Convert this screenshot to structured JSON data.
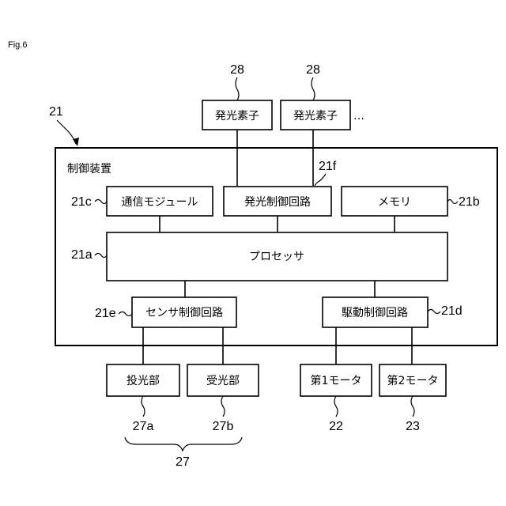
{
  "figure_label": "Fig.6",
  "controller": {
    "label": "制御装置",
    "ref": "21"
  },
  "blocks": {
    "light_element_1": {
      "label": "発光素子",
      "ref": "28"
    },
    "light_element_2": {
      "label": "発光素子",
      "ref": "28"
    },
    "ellipsis": "…",
    "comm_module": {
      "label": "通信モジュール",
      "ref": "21c"
    },
    "emission_control": {
      "label": "発光制御回路",
      "ref": "21f"
    },
    "memory": {
      "label": "メモリ",
      "ref": "21b"
    },
    "processor": {
      "label": "プロセッサ",
      "ref": "21a"
    },
    "sensor_control": {
      "label": "センサ制御回路",
      "ref": "21e"
    },
    "drive_control": {
      "label": "駆動制御回路",
      "ref": "21d"
    },
    "emitter": {
      "label": "投光部",
      "ref": "27a"
    },
    "receiver": {
      "label": "受光部",
      "ref": "27b"
    },
    "motor_1": {
      "label": "第1モータ",
      "ref": "22"
    },
    "motor_2": {
      "label": "第2モータ",
      "ref": "23"
    },
    "sensor_group_ref": "27"
  }
}
